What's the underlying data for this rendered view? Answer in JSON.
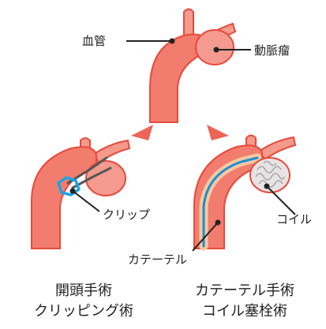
{
  "labels": {
    "vessel": "血管",
    "aneurysm": "動脈瘤",
    "clip": "クリップ",
    "coil": "コイル",
    "catheter": "カテーテル"
  },
  "captions": {
    "left": [
      "開頭手術",
      "クリッピング術"
    ],
    "right": [
      "カテーテル手術",
      "コイル塞栓術"
    ]
  },
  "colors": {
    "vessel_fill": "#f27c6e",
    "vessel_outline": "#e64b3c",
    "aneurysm_fill": "#f49a8e",
    "branch_fill": "#f59a8c",
    "arrow": "#ec6557",
    "clip_blue": "#1ba3e3",
    "clip_arm": "#555555",
    "catheter_sheath": "#f8c89f",
    "catheter_blue": "#1a8fd4",
    "coil_fill": "#e7e3e4",
    "leader": "#222222"
  }
}
